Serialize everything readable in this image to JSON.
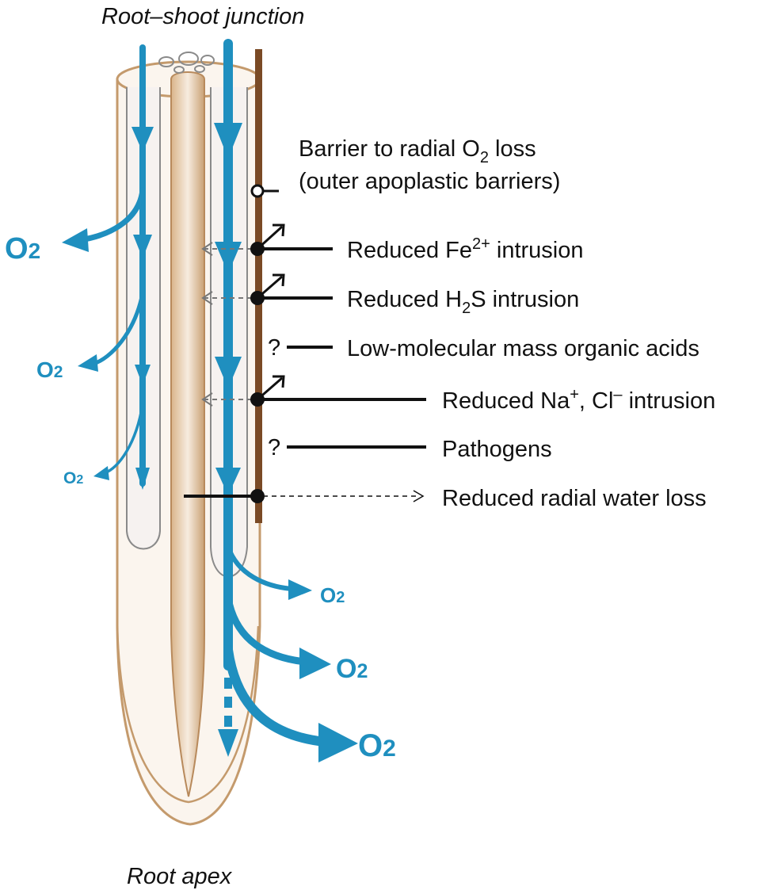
{
  "diagram": {
    "top_label": "Root–shoot junction",
    "bottom_label": "Root apex",
    "oxygen_symbol": "O",
    "oxygen_subscript": "2",
    "colors": {
      "oxygen_blue": "#1f8fbf",
      "root_tan": "#c49a6c",
      "root_fill": "#f3e7d8",
      "barrier_brown": "#7a4a25",
      "ink": "#111111",
      "dash_gray": "#777777"
    },
    "barrier": {
      "line1_a": "Barrier to radial O",
      "line1_sub": "2",
      "line1_b": " loss",
      "line2": "(outer apoplastic barriers)"
    },
    "effects": {
      "fe": {
        "a": "Reduced Fe",
        "sup": "2+",
        "b": " intrusion"
      },
      "h2s": {
        "a": "Reduced H",
        "sub": "2",
        "b": "S intrusion"
      },
      "acids": {
        "text": "Low-molecular mass organic acids"
      },
      "nacl": {
        "a": "Reduced Na",
        "sup1": "+",
        "mid": ", Cl",
        "sup2": "–",
        "b": " intrusion"
      },
      "pathogens": {
        "text": "Pathogens"
      },
      "water": {
        "text": "Reduced radial water loss"
      }
    },
    "question_mark": "?"
  }
}
